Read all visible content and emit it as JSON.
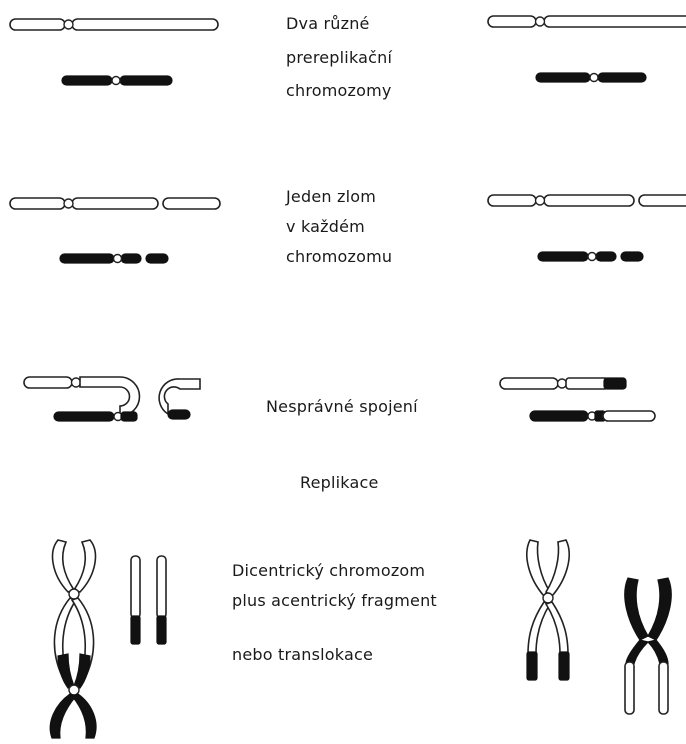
{
  "labels": {
    "row1": [
      "Dva různé",
      "prereplikační",
      "chromozomy"
    ],
    "row2": [
      "Jeden zlom",
      "v každém",
      "chromozomu"
    ],
    "row3": "Nesprávné spojení",
    "replication": "Replikace",
    "row4": [
      "Dicentrický chromozom",
      "plus acentrický fragment"
    ],
    "translocation": "nebo translokace"
  },
  "colors": {
    "line": "#222222",
    "dark_chromosome": "#111111",
    "light_chromosome": "#ffffff"
  }
}
